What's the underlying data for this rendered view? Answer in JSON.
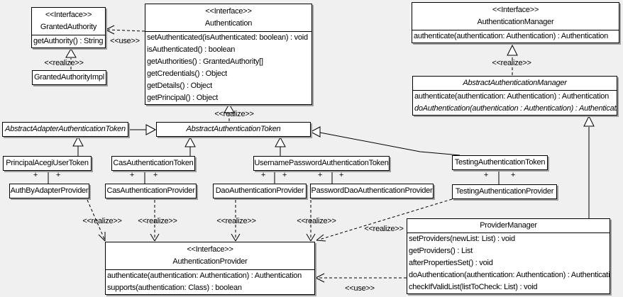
{
  "diagram": {
    "background": "#f0f0f0",
    "label_use": "<<use>>",
    "label_realize": "<<realize>>",
    "label_plus": "+",
    "classes": {
      "granted_authority": {
        "stereotype": "<<Interface>>",
        "name": "GrantedAuthority",
        "methods": [
          "getAuthority() : String"
        ]
      },
      "granted_authority_impl": {
        "name": "GrantedAuthorityImpl"
      },
      "authentication": {
        "stereotype": "<<Interface>>",
        "name": "Authentication",
        "methods": [
          "setAuthenticated(isAuthenticated: boolean) : void",
          "isAuthenticated() : boolean",
          "getAuthorities() : GrantedAuthority[]",
          "getCredentials() : Object",
          "getDetails() : Object",
          "getPrincipal() : Object"
        ]
      },
      "authentication_manager": {
        "stereotype": "<<Interface>>",
        "name": "AuthenticationManager",
        "methods": [
          "authenticate(authentication: Authentication) : Authentication"
        ]
      },
      "abstract_authentication_manager": {
        "name": "AbstractAuthenticationManager",
        "methods": [
          "authenticate(authentication: Authentication) : Authentication"
        ],
        "abstract_methods": [
          "doAuthentication(authentication : Authentication) : Authentication"
        ]
      },
      "abstract_adapter_authentication_token": {
        "name": "AbstractAdapterAuthenticationToken"
      },
      "abstract_authentication_token": {
        "name": "AbstractAuthenticationToken"
      },
      "principal_acegi_user_token": {
        "name": "PrincipalAcegiUserToken"
      },
      "cas_authentication_token": {
        "name": "CasAuthenticationToken"
      },
      "username_password_authentication_token": {
        "name": "UsernamePasswordAuthenticationToken"
      },
      "testing_authentication_token": {
        "name": "TestingAuthenticationToken"
      },
      "auth_by_adapter_provider": {
        "name": "AuthByAdapterProvider"
      },
      "cas_authentication_provider": {
        "name": "CasAuthenticationProvider"
      },
      "dao_authentication_provider": {
        "name": "DaoAuthenticationProvider"
      },
      "password_dao_authentication_provider": {
        "name": "PasswordDaoAuthenticationProvider"
      },
      "testing_authentication_provider": {
        "name": "TestingAuthenticationProvider"
      },
      "authentication_provider": {
        "stereotype": "<<Interface>>",
        "name": "AuthenticationProvider",
        "methods": [
          "authenticate(authentication: Authentication) : Authentication",
          "supports(authentication: Class) : boolean"
        ]
      },
      "provider_manager": {
        "name": "ProviderManager",
        "methods": [
          "setProviders(newList: List) : void",
          "getProviders() : List",
          "afterPropertiesSet() : void",
          "doAuthentication(authentication: Authentication) : Authentication",
          "checkIfValidList(listToCheck: List) : void"
        ]
      }
    }
  }
}
